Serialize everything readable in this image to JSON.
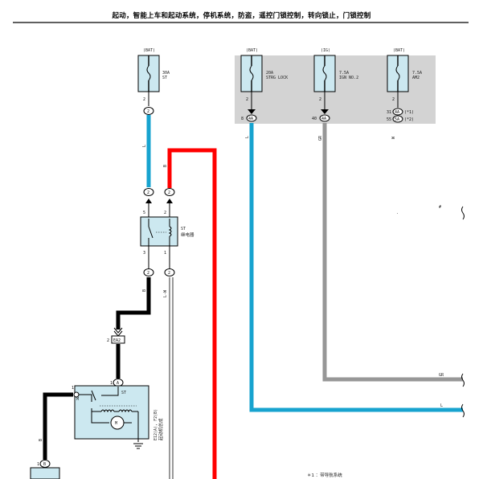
{
  "title": "起动，智能上车和起动系统，停机系统，防盗，遥控门锁控制，转向锁止，门锁控制",
  "fuses": {
    "st": {
      "supply": "(BAT)",
      "rating": "30A",
      "name": "ST",
      "pin_out": "2",
      "conn_pin": "2"
    },
    "stng": {
      "supply": "(BAT)",
      "rating": "20A",
      "name": "STRG LOCK",
      "pin_out": "2",
      "conn": "4A",
      "conn_pin": "8"
    },
    "ign": {
      "supply": "(IG)",
      "rating": "7.5A",
      "name": "IGN NO.2",
      "pin_out": "2",
      "conn": "4A",
      "conn_pin": "40"
    },
    "am2": {
      "supply": "(BAT)",
      "rating": "7.5A",
      "name": "AM2",
      "pin_out": "2",
      "conn1": "4A",
      "conn1_pin": "31",
      "conn1_note": "(*1)",
      "conn2": "5A",
      "conn2_pin": "55",
      "conn2_note": "(*2)"
    }
  },
  "wires": {
    "l_top": "L",
    "b_top": "B",
    "b_mid": "B",
    "lg": "L-W",
    "l_right": "L",
    "gr_right": "GR",
    "w_right": "W",
    "gr_h": "GR",
    "l_h": "L",
    "b_left": "B"
  },
  "st_relay": {
    "name": "ST",
    "desc": "继电器",
    "pin5": "5",
    "pin2": "2",
    "pin3": "3",
    "pin1": "1",
    "conn_top_l": "2",
    "conn_top_r": "2",
    "conn_bot_l": "2",
    "conn_bot_r": "2"
  },
  "ea2": {
    "label": "EA2",
    "pin": "2"
  },
  "starter": {
    "conn": "A",
    "conn_pin": "1",
    "pin1": "1",
    "label_m": "M",
    "label_st": "ST",
    "motor": "M",
    "code": "E12(A), F2(B)",
    "desc": "起动机总成"
  },
  "bottom_conn": {
    "conn": "B",
    "pin": "1"
  },
  "misc": {
    "star": "#",
    "dot": "."
  },
  "footnote": "＊1 ：带导航系统",
  "colors": {
    "blue": "#17a3cf",
    "red": "#ff0000",
    "gray": "#979797",
    "black": "#000000",
    "component": "#cce8f0",
    "panel": "#d3d3d3"
  }
}
